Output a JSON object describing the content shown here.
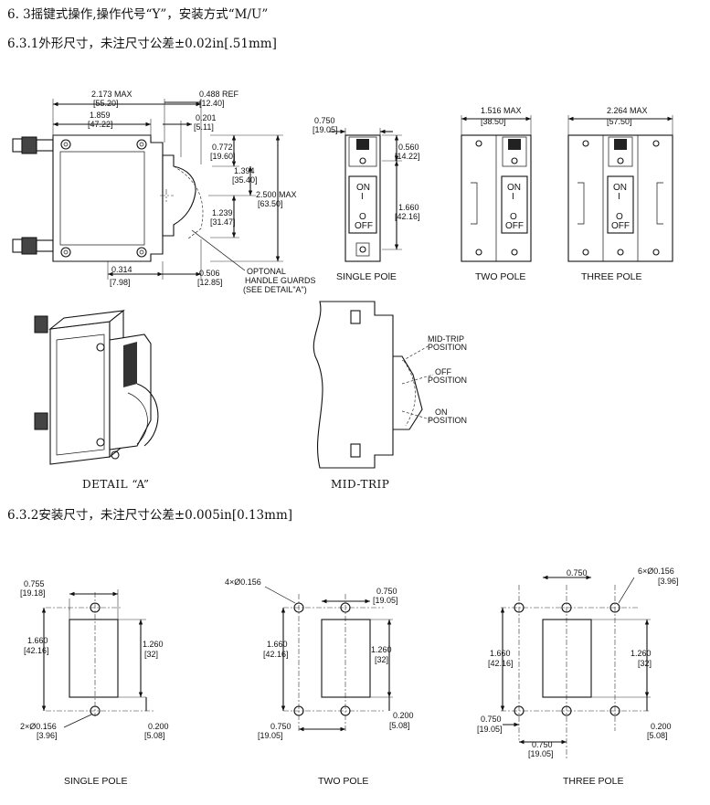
{
  "headings": {
    "section": "6. 3摇键式操作,操作代号“Y”，安装方式“M/U”",
    "outline": "6.3.1外形尺寸，未注尺寸公差±0.02in[.51mm]",
    "mounting": "6.3.2安装尺寸，未注尺寸公差±0.005in[0.13mm]"
  },
  "outline": {
    "dims": {
      "overall_width": "2.173 MAX",
      "overall_width_mm": "[55.20]",
      "body_width": "1.859",
      "body_width_mm": "[47.22]",
      "ref": "0.488 REF",
      "ref_mm": "[12.40]",
      "ref2": "0.201",
      "ref2_mm": "[5.11]",
      "h1": "0.772",
      "h1_mm": "[19.60]",
      "h2": "1.394",
      "h2_mm": "[35.40]",
      "h3": "1.239",
      "h3_mm": "[31.47]",
      "height": "2.500 MAX",
      "height_mm": "[63.50]",
      "bottom_left": "0.314",
      "bottom_left_mm": "[7.98]",
      "bottom_right": "0.506",
      "bottom_right_mm": "[12.85]"
    },
    "note": [
      "OPTONAL",
      "HANDLE GUARDS",
      "(SEE DETAIL\"A\")"
    ]
  },
  "front_views": {
    "width_single": "0.750",
    "width_single_mm": "[19.05]",
    "single_top": "0.560",
    "single_top_mm": "[14.22]",
    "single_spacing": "1.660",
    "single_spacing_mm": "[42.16]",
    "width_two": "1.516 MAX",
    "width_two_mm": "[38.50]",
    "width_three": "2.264 MAX",
    "width_three_mm": "[57.50]",
    "on_label": "ON",
    "on_mark": "I",
    "off_mark": "O",
    "off_label": "OFF",
    "single_caption": "SINGLE POlE",
    "two_caption": "TWO POLE",
    "three_caption": "THREE POLE"
  },
  "detail": {
    "caption": "DETAIL “A”"
  },
  "midtrip": {
    "caption": "MID-TRIP",
    "labels": {
      "mid_1": "MID-TRIP",
      "mid_2": "POSITION",
      "off_1": "OFF",
      "off_2": "POSITION",
      "on_1": "ON",
      "on_2": "POSITION"
    }
  },
  "mounting": {
    "single": {
      "width": "0.755",
      "width_mm": "[19.18]",
      "spacing": "1.660",
      "spacing_mm": "[42.16]",
      "cutout": "1.260",
      "cutout_mm": "[32]",
      "holes": "2×Ø0.156",
      "holes_mm": "[3.96]",
      "offset": "0.200",
      "offset_mm": "[5.08]",
      "caption": "SINGLE POLE"
    },
    "two": {
      "holes": "4×Ø0.156",
      "width": "0.750",
      "width_mm": "[19.05]",
      "spacing": "1.660",
      "spacing_mm": "[42.16]",
      "cutout": "1.260",
      "cutout_mm": "[32]",
      "pitch": "0.750",
      "pitch_mm": "[19.05]",
      "offset": "0.200",
      "offset_mm": "[5.08]",
      "caption": "TWO POLE"
    },
    "three": {
      "pitch_top": "0.750",
      "holes": "6×Ø0.156",
      "holes_mm": "[3.96]",
      "spacing": "1.660",
      "spacing_mm": "[42.16]",
      "cutout": "1.260",
      "cutout_mm": "[32]",
      "left": "0.750",
      "left_mm": "[19.05]",
      "pitch": "0.750",
      "pitch_mm": "[19.05]",
      "offset": "0.200",
      "offset_mm": "[5.08]",
      "caption": "THREE POLE"
    }
  }
}
